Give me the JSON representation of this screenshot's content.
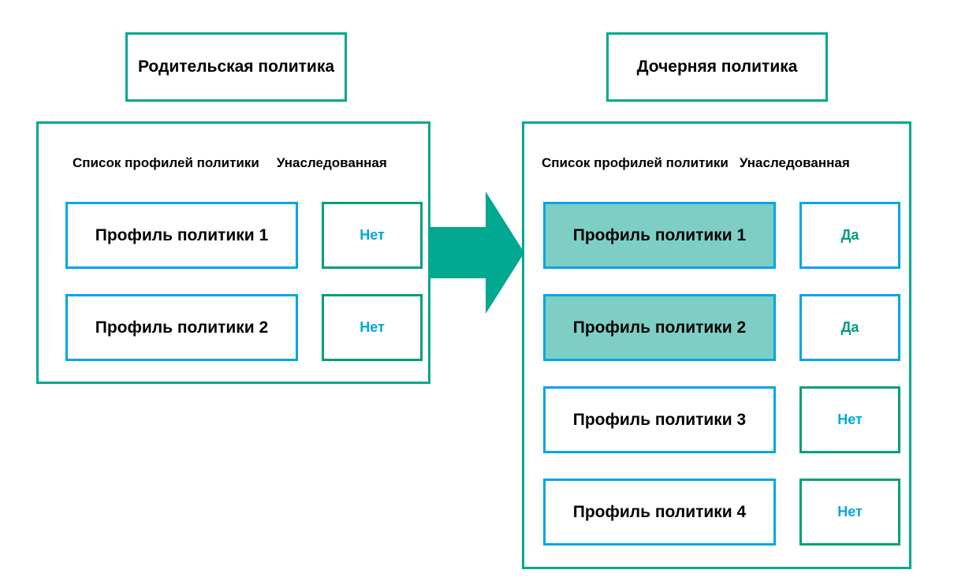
{
  "diagram": {
    "title_parent": "Родительская политика",
    "title_child": "Дочерняя политика",
    "arrow_icon": "right-arrow-icon",
    "colors": {
      "panel_border": "#00a88f",
      "profile_border": "#00a7e1",
      "inherited_border_green": "#00a079",
      "inherited_border_blue": "#00a7e1",
      "highlight_fill": "#7ecec5",
      "value_no": "#00a7e1",
      "value_yes": "#009b7d",
      "arrow": "#00a88f",
      "text": "#000000",
      "background": "#ffffff"
    }
  },
  "parent_policy": {
    "headers": {
      "profiles": "Список профилей политики",
      "inherited": "Унаследованная"
    },
    "rows": [
      {
        "profile": "Профиль политики 1",
        "inherited": "Нет",
        "highlighted": false,
        "inherited_border": "green",
        "inherited_tone": "no"
      },
      {
        "profile": "Профиль политики 2",
        "inherited": "Нет",
        "highlighted": false,
        "inherited_border": "green",
        "inherited_tone": "no"
      }
    ]
  },
  "child_policy": {
    "headers": {
      "profiles": "Список профилей политики",
      "inherited": "Унаследованная"
    },
    "rows": [
      {
        "profile": "Профиль политики 1",
        "inherited": "Да",
        "highlighted": true,
        "inherited_border": "blue",
        "inherited_tone": "yes"
      },
      {
        "profile": "Профиль политики 2",
        "inherited": "Да",
        "highlighted": true,
        "inherited_border": "blue",
        "inherited_tone": "yes"
      },
      {
        "profile": "Профиль политики 3",
        "inherited": "Нет",
        "highlighted": false,
        "inherited_border": "green",
        "inherited_tone": "no"
      },
      {
        "profile": "Профиль политики 4",
        "inherited": "Нет",
        "highlighted": false,
        "inherited_border": "green",
        "inherited_tone": "no"
      }
    ]
  }
}
